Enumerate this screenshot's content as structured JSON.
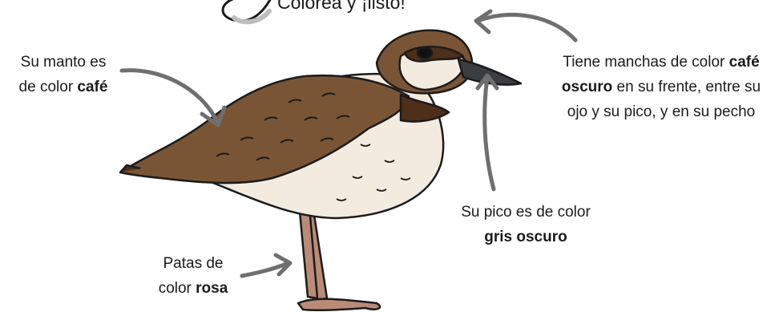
{
  "header": {
    "title": "Colorea y ¡listo!",
    "swirl_icon": "swirl-icon"
  },
  "labels": {
    "manto": {
      "line1": "Su manto es",
      "line2_prefix": "de color ",
      "line2_bold": "café"
    },
    "manchas": {
      "line1_prefix": "Tiene manchas de color ",
      "line1_bold": "café",
      "line2_bold": "oscuro",
      "line2_suffix": " en su frente, entre su",
      "line3": "ojo y su pico, y en su pecho"
    },
    "pico": {
      "line1": "Su pico es de color",
      "line2_bold": "gris oscuro"
    },
    "patas": {
      "line1": "Patas de",
      "line2_prefix": "color ",
      "line2_bold": "rosa"
    }
  },
  "colors": {
    "mantle": "#7a5535",
    "dark_patch": "#4e2f1a",
    "belly": "#f3ebe0",
    "beak": "#3c3d40",
    "legs": "#b98b78",
    "arrow": "#6f6f6f",
    "outline": "#1b1b1b"
  },
  "icons": [
    "swirl-icon",
    "arrow-icon",
    "bird-illustration"
  ]
}
